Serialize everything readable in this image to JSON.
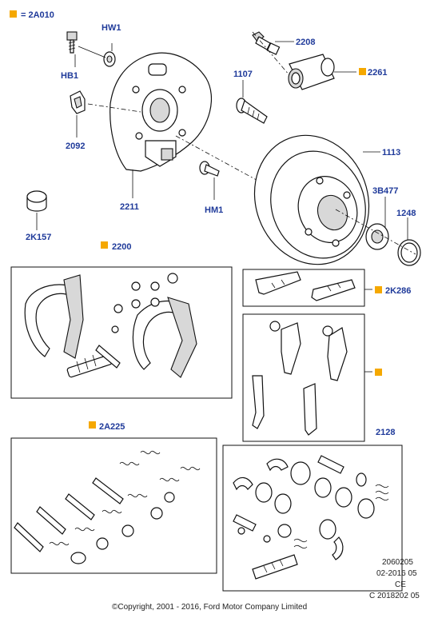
{
  "colors": {
    "label_blue": "#1f3a9a",
    "bullet_orange": "#f5a800"
  },
  "legend": {
    "equals_text": "= 2A010"
  },
  "labels": {
    "hw1": "HW1",
    "hb1": "HB1",
    "p2092": "2092",
    "p2211": "2211",
    "hm1": "HM1",
    "p2k157": "2K157",
    "p2208": "2208",
    "p2261": "2261",
    "p1107": "1107",
    "p1113": "1113",
    "p3b477": "3B477",
    "p1248": "1248",
    "p2200": "2200",
    "p2k286": "2K286",
    "p2a225": "2A225",
    "p2128": "2128"
  },
  "info": {
    "line1": "2060205",
    "line2": "02-2016 05",
    "line3": "CE",
    "line4": "C 2018202 05"
  },
  "copyright": "©Copyright, 2001 - 2016, Ford Motor Company Limited"
}
